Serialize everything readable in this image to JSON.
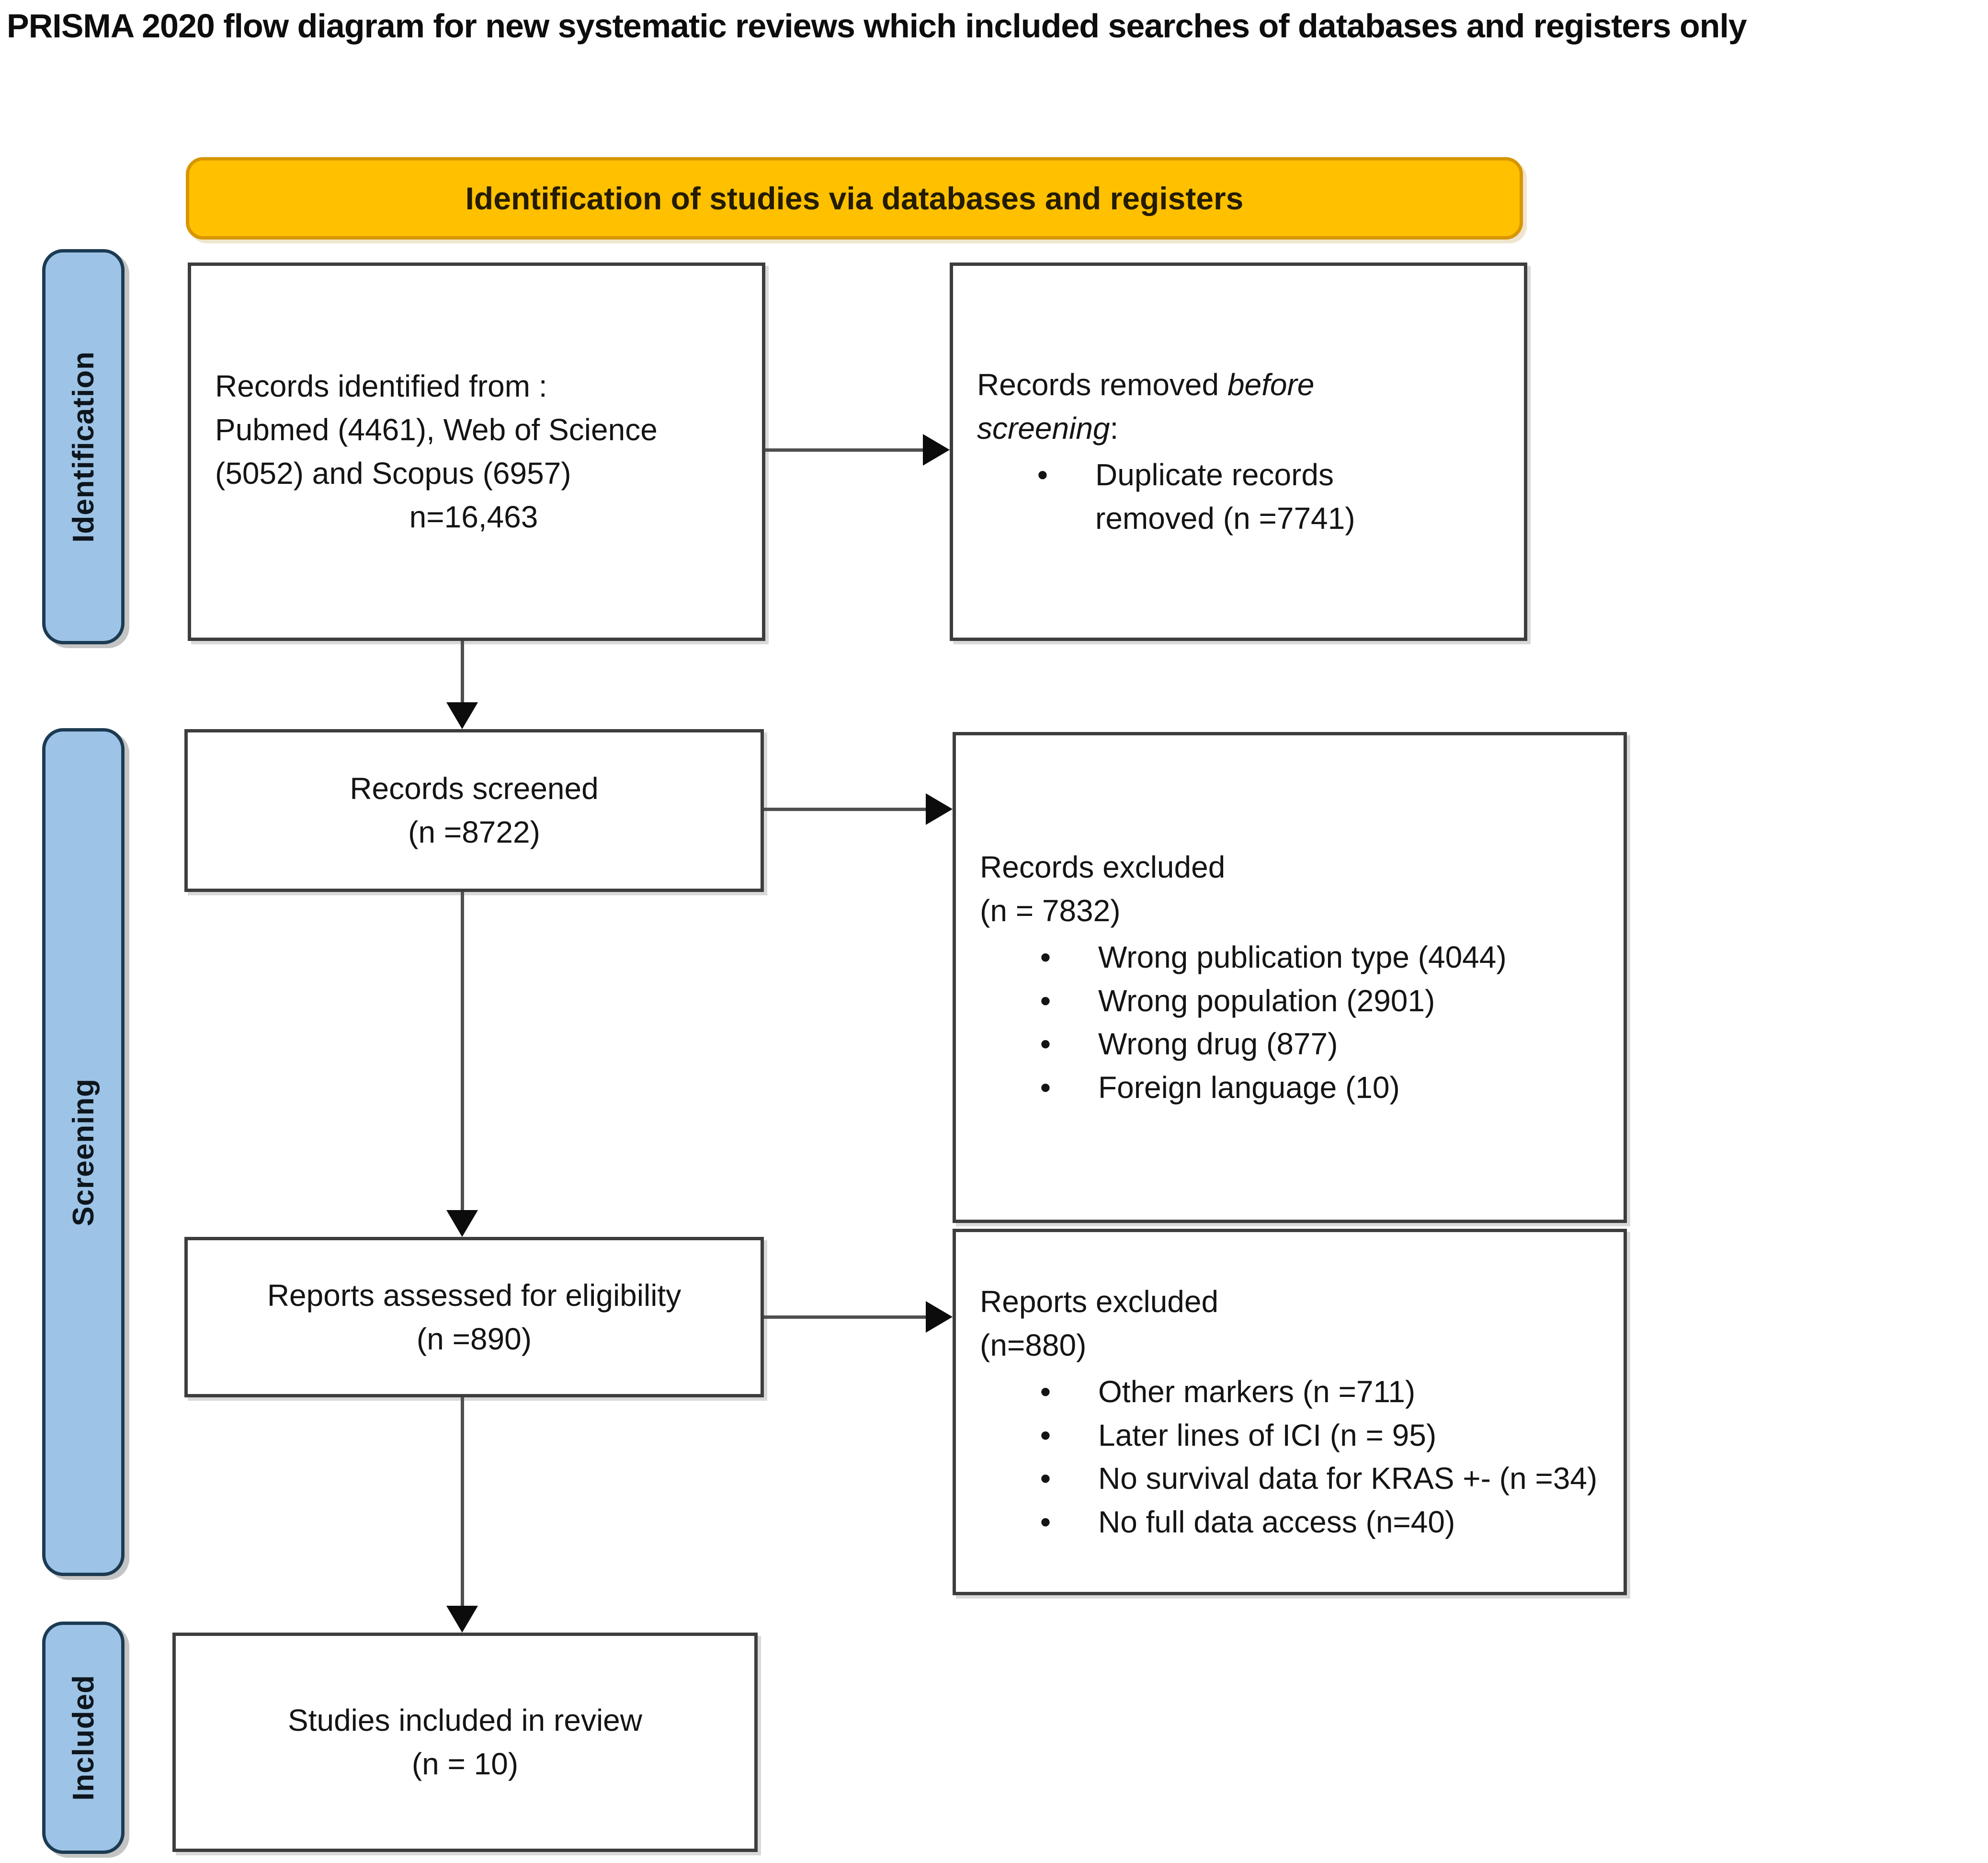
{
  "title": "PRISMA 2020 flow diagram for new systematic reviews which included searches of databases and registers only",
  "banner": {
    "label": "Identification of studies via databases and registers"
  },
  "sidebar": {
    "identification": "Identification",
    "screening": "Screening",
    "included": "Included"
  },
  "ui": {
    "bullet_char": "•"
  },
  "colors": {
    "banner_bg": "#FFC000",
    "stage_tab_bg": "#9DC3E6",
    "box_border": "#3D3D3D",
    "arrow_line": "#4F4F4F",
    "arrow_head": "#0C0C0C"
  },
  "boxes": {
    "records_identified": {
      "line1": "Records identified from :",
      "line2": "Pubmed (4461), Web of Science",
      "line3": "(5052) and Scopus (6957)",
      "count": "n=16,463"
    },
    "records_removed": {
      "lead": "Records removed ",
      "lead_italic": "before screening",
      "lead_suffix": ":",
      "bullets": [
        "Duplicate records removed (n =7741)"
      ]
    },
    "records_screened": {
      "line1": "Records screened",
      "line2": "(n =8722)"
    },
    "records_excluded": {
      "line1": "Records excluded",
      "line2": "(n = 7832)",
      "bullets": [
        "Wrong publication type (4044)",
        "Wrong population (2901)",
        "Wrong drug (877)",
        "Foreign language (10)"
      ]
    },
    "reports_assessed": {
      "line1": "Reports assessed for eligibility",
      "line2": "(n =890)"
    },
    "reports_excluded": {
      "line1": "Reports excluded",
      "line2": "(n=880)",
      "bullets": [
        "Other markers (n =711)",
        "Later lines of ICI (n = 95)",
        "No survival data for KRAS +- (n =34)",
        "No full data access (n=40)"
      ]
    },
    "studies_included": {
      "line1": "Studies included in review",
      "line2": "(n = 10)"
    }
  }
}
